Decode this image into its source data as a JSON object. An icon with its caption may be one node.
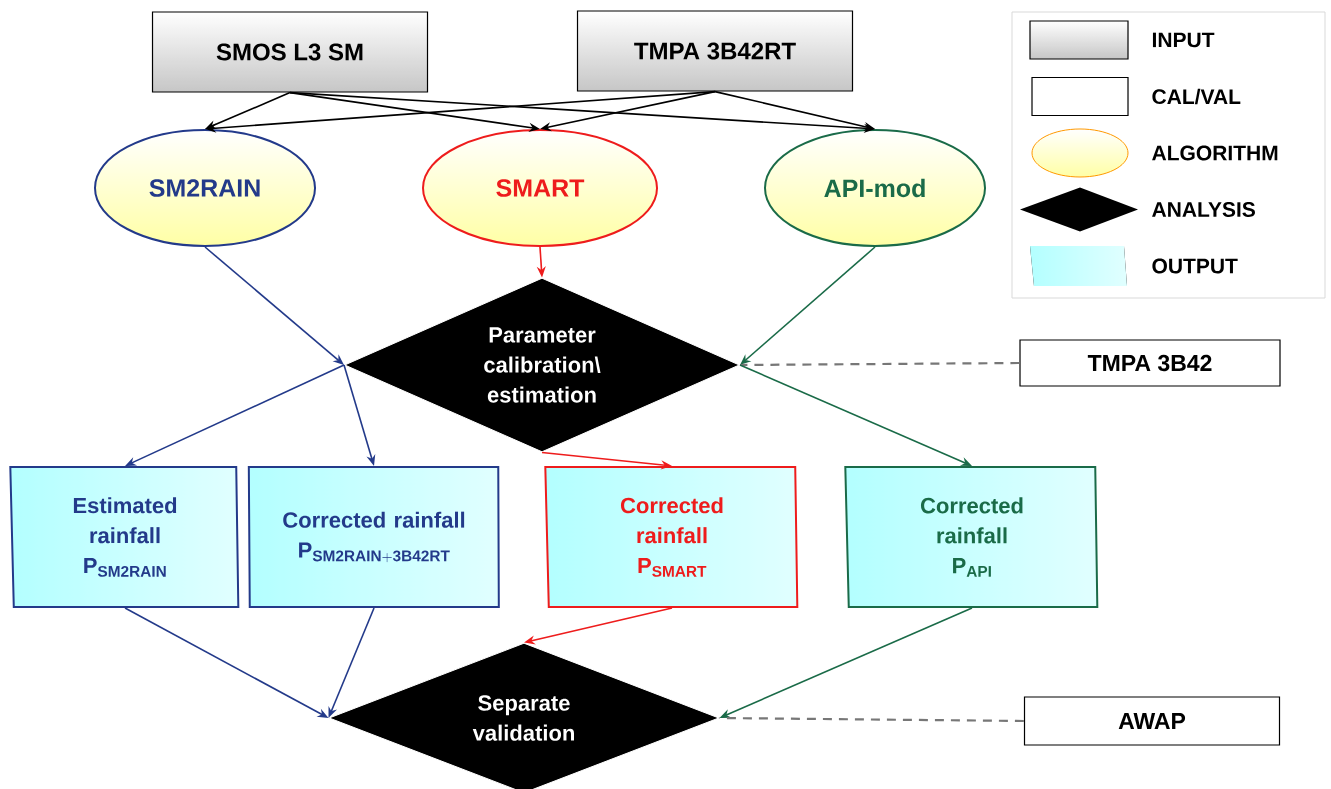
{
  "diagram": {
    "nodes": [
      {
        "text": [
          "SMOS L3 SM"
        ]
      },
      {
        "text": [
          "TMPA 3B42RT"
        ]
      },
      {
        "text": [
          "SM2RAIN"
        ]
      },
      {
        "text": [
          "SMART"
        ]
      },
      {
        "text": [
          "API-mod"
        ]
      },
      {
        "text": [
          "Parameter calibration\\ estimation"
        ]
      },
      {
        "text": [
          "TMPA 3B42"
        ]
      },
      {
        "text": [
          "Estimated rainfall",
          "\\mathbf{P}_{\\mathbf{SM2RAIN}}"
        ]
      },
      {
        "text": [
          "Corrected rainfall",
          "\\mathbf{P}_{\\mathbf{SM2RAIN+3B42RT}}"
        ]
      },
      {
        "text": [
          "Corrected rainfall",
          "\\mathbf{P}_{\\mathbf{SMART}}"
        ]
      },
      {
        "text": [
          "Corrected rainfall",
          "\\mathbf{P}_{\\mathbf{API}}"
        ]
      },
      {
        "text": [
          "Separate validation"
        ]
      },
      {
        "text": [
          "AWAP"
        ]
      }
    ],
    "edges": [
      {
        "from": 0,
        "to": 2,
        "arrow": "to"
      },
      {
        "from": 0,
        "to": 3,
        "arrow": "to"
      },
      {
        "from": 0,
        "to": 4,
        "arrow": "to"
      },
      {
        "from": 1,
        "to": 2,
        "arrow": "to"
      },
      {
        "from": 1,
        "to": 3,
        "arrow": "to"
      },
      {
        "from": 1,
        "to": 4,
        "arrow": "to"
      },
      {
        "from": 2,
        "to": 5,
        "arrow": "to",
        "color": "#233a8a"
      },
      {
        "from": 3,
        "to": 5,
        "arrow": "to",
        "color": "#ee1c1c"
      },
      {
        "from": 4,
        "to": 5,
        "arrow": "to",
        "color": "#1a6b48"
      },
      {
        "from": 6,
        "to": 5,
        "arrow": "none",
        "style": "dashed",
        "color": "#777777"
      },
      {
        "from": 5,
        "to": 7,
        "arrow": "to",
        "color": "#233a8a"
      },
      {
        "from": 5,
        "to": 8,
        "arrow": "to",
        "color": "#233a8a"
      },
      {
        "from": 5,
        "to": 9,
        "arrow": "to",
        "color": "#ee1c1c"
      },
      {
        "from": 5,
        "to": 10,
        "arrow": "to",
        "color": "#1a6b48"
      },
      {
        "from": 7,
        "to": 11,
        "arrow": "to",
        "color": "#233a8a"
      },
      {
        "from": 8,
        "to": 11,
        "arrow": "to",
        "color": "#233a8a"
      },
      {
        "from": 9,
        "to": 11,
        "arrow": "to",
        "color": "#ee1c1c"
      },
      {
        "from": 10,
        "to": 11,
        "arrow": "to",
        "color": "#1a6b48"
      },
      {
        "from": 12,
        "to": 11,
        "arrow": "none",
        "style": "dashed",
        "color": "#777777"
      }
    ],
    "legend": [
      {
        "text": "INPUT"
      },
      {
        "text": "CAL/VAL"
      },
      {
        "text": "ALGORITHM"
      },
      {
        "text": "ANALYSIS"
      },
      {
        "text": "OUTPUT"
      }
    ]
  }
}
